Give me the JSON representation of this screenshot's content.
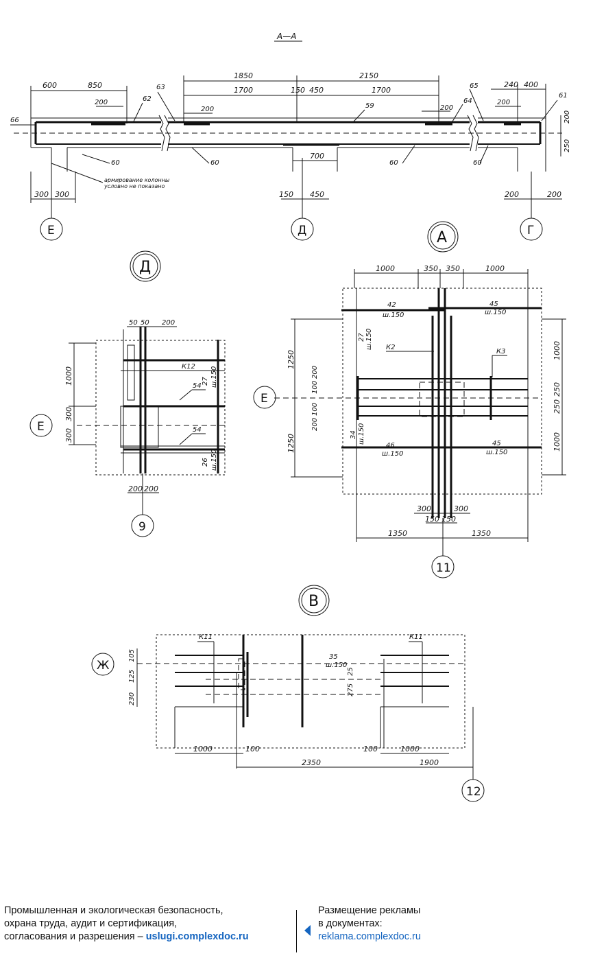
{
  "section_title": "А—А",
  "top_section": {
    "dims_top": [
      "600",
      "850",
      "1850",
      "2150",
      "240",
      "400"
    ],
    "dims_mid": [
      "1700",
      "150",
      "450",
      "1700"
    ],
    "dims_small": [
      "200",
      "200",
      "200",
      "200"
    ],
    "dims_side": [
      "200",
      "250"
    ],
    "dim_700": "700",
    "dims_bottom": [
      "300",
      "300",
      "150",
      "450",
      "200",
      "200"
    ],
    "marks": [
      "66",
      "63",
      "62",
      "59",
      "64",
      "65",
      "61",
      "60",
      "60",
      "60",
      "60"
    ],
    "note_line1": "армирование колонны",
    "note_line2": "условно не показано",
    "axes": [
      "Е",
      "Д",
      "Г"
    ]
  },
  "node_d": {
    "title": "Д",
    "dims_top": [
      "50",
      "50",
      "200"
    ],
    "dims_left": [
      "1000",
      "300",
      "300"
    ],
    "dims_bottom": [
      "200",
      "200"
    ],
    "marks": [
      "К12",
      "27",
      "ш.150",
      "54",
      "54",
      "26",
      "ш.150"
    ],
    "axis_row": "Е",
    "axis_col": "9"
  },
  "node_a": {
    "title": "А",
    "dims_top": [
      "1000",
      "350",
      "350",
      "1000"
    ],
    "dims_left": [
      "1250",
      "200",
      "100",
      "200",
      "100",
      "1250"
    ],
    "dims_right": [
      "1000",
      "250",
      "250",
      "1000"
    ],
    "dims_bottom1": [
      "300",
      "300"
    ],
    "dims_bottom2": [
      "150",
      "150"
    ],
    "dims_bottom3": [
      "1350",
      "1350"
    ],
    "marks": [
      "42",
      "ш.150",
      "45",
      "ш.150",
      "27",
      "ш.150",
      "К2",
      "К3",
      "34",
      "ш.150",
      "46",
      "ш.150",
      "45",
      "ш.150"
    ],
    "axis_row": "Е",
    "axis_col": "11"
  },
  "node_b": {
    "title": "В",
    "dims_left": [
      "105",
      "125",
      "230"
    ],
    "dims_bottom": [
      "1000",
      "100",
      "100",
      "1000"
    ],
    "dims_bottom2": [
      "2350",
      "1900"
    ],
    "marks": [
      "К11",
      "35",
      "ш.150",
      "275",
      "25",
      "К11"
    ],
    "axis_row": "Ж",
    "axis_col": "12"
  },
  "footer": {
    "left_line1": "Промышленная и экологическая безопасность,",
    "left_line2": "охрана труда, аудит и сертификация,",
    "left_line3": "согласования и разрешения –",
    "left_link": "uslugi.complexdoc.ru",
    "right_line1": "Размещение рекламы",
    "right_line2": "в документах:",
    "right_link": "reklama.complexdoc.ru"
  }
}
